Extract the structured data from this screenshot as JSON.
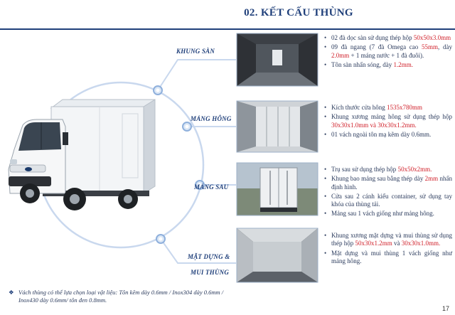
{
  "page": {
    "title": "02. KẾT CẤU THÙNG",
    "page_number": "17"
  },
  "sections": [
    {
      "label": "KHUNG SÀN",
      "bullets": [
        [
          {
            "t": "02 đà dọc sàn sử dụng thép hộp "
          },
          {
            "t": "50x50x3.0mm",
            "red": true
          }
        ],
        [
          {
            "t": "09 đà ngang (7 đà Omega cao "
          },
          {
            "t": "55mm",
            "red": true
          },
          {
            "t": ", dày "
          },
          {
            "t": "2.0mm",
            "red": true
          },
          {
            "t": " + 1 máng nước + 1 đà đuôi)."
          }
        ],
        [
          {
            "t": "Tôn sàn nhấn sóng, dày "
          },
          {
            "t": "1.2mm.",
            "red": true
          }
        ]
      ]
    },
    {
      "label": "MẢNG HÔNG",
      "bullets": [
        [
          {
            "t": "Kích thước cửa hông "
          },
          {
            "t": "1535x780mm",
            "red": true
          }
        ],
        [
          {
            "t": "Khung xương mảng hông sử dụng thép hộp "
          },
          {
            "t": "30x30x1.0mm và 30x30x1.2mm.",
            "red": true
          }
        ],
        [
          {
            "t": "01 vách ngoài tôn mạ kẽm dày 0.6mm."
          }
        ]
      ]
    },
    {
      "label": "MẢNG SAU",
      "bullets": [
        [
          {
            "t": "Trụ sau sử dụng thép hộp "
          },
          {
            "t": "50x50x2mm.",
            "red": true
          }
        ],
        [
          {
            "t": "Khung bao mảng sau bằng thép dày "
          },
          {
            "t": "2mm",
            "red": true
          },
          {
            "t": " nhấn định hình."
          }
        ],
        [
          {
            "t": "Cửa sau 2 cánh kiểu container, sử dụng tay khóa của thùng tải."
          }
        ],
        [
          {
            "t": "Mảng sau 1 vách giống như mảng hông."
          }
        ]
      ]
    },
    {
      "label": "MẶT DỰNG &",
      "label2": "MUI THÙNG",
      "bullets": [
        [
          {
            "t": "Khung xương mặt dựng và mui thùng sử dụng thép hộp "
          },
          {
            "t": "50x30x1.2mm",
            "red": true
          },
          {
            "t": " và "
          },
          {
            "t": "30x30x1.0mm.",
            "red": true
          }
        ],
        [
          {
            "t": "Mặt dựng và mui thùng 1 vách giống như mảng hông."
          }
        ]
      ]
    }
  ],
  "footnote": {
    "mark": "❖",
    "text": "Vách thùng có thể lựa chọn loại vật liệu: Tôn kẽm dày 0.6mm / Inox304 dày 0.6mm / Inox430 dày 0.6mm/ tôn đen 0.8mm."
  },
  "colors": {
    "accent": "#1f3f7a",
    "highlight": "#d0202a",
    "connector": "#a9bfe0"
  }
}
